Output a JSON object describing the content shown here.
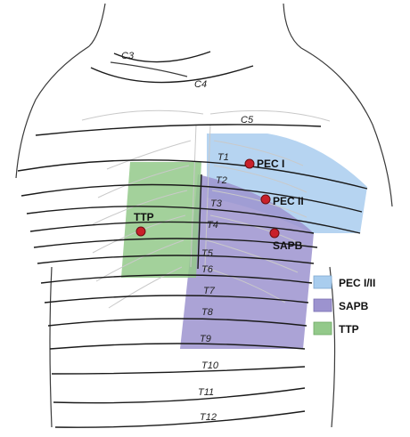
{
  "dermatomes": [
    "C3",
    "C4",
    "C5",
    "T1",
    "T2",
    "T3",
    "T4",
    "T5",
    "T6",
    "T7",
    "T8",
    "T9",
    "T10",
    "T11",
    "T12"
  ],
  "blocks": [
    {
      "id": "pec1",
      "label": "PEC I"
    },
    {
      "id": "pec2",
      "label": "PEC II"
    },
    {
      "id": "sapb",
      "label": "SAPB"
    },
    {
      "id": "ttp",
      "label": "TTP"
    }
  ],
  "legend": [
    {
      "label": "PEC I/II",
      "color": "#a9cdee"
    },
    {
      "label": "SAPB",
      "color": "#9c93cf"
    },
    {
      "label": "TTP",
      "color": "#93c98a"
    }
  ],
  "colors": {
    "pec": "#a9cdee",
    "sapb": "#9c93cf",
    "ttp": "#93c98a",
    "point": "#c9202a"
  }
}
